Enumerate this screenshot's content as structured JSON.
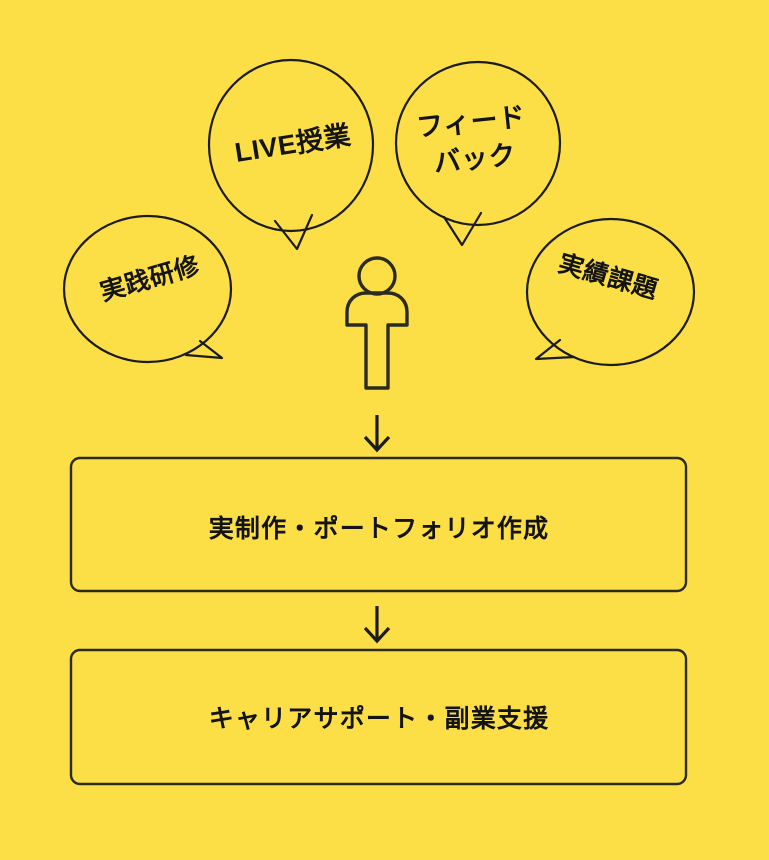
{
  "diagram": {
    "background_color": "#FCDE46",
    "ink_color": "#1C1C1C",
    "bubbles": [
      {
        "id": "jissen-kenshu",
        "label": "実践研修",
        "icon": "speech-bubble-icon"
      },
      {
        "id": "live-jugyo",
        "label": "LIVE授業",
        "icon": "speech-bubble-icon"
      },
      {
        "id": "feedback",
        "label": "フィード\nバック",
        "line1": "フィード",
        "line2": "バック",
        "icon": "speech-bubble-icon"
      },
      {
        "id": "jisseki-kadai",
        "label": "実績課題",
        "icon": "speech-bubble-icon"
      }
    ],
    "person": {
      "icon": "person-figure-icon"
    },
    "arrows": [
      {
        "id": "arrow-person-to-box1",
        "icon": "arrow-down-icon"
      },
      {
        "id": "arrow-box1-to-box2",
        "icon": "arrow-down-icon"
      }
    ],
    "steps": [
      {
        "id": "step-1",
        "label": "実制作・ポートフォリオ作成"
      },
      {
        "id": "step-2",
        "label": "キャリアサポート・副業支援"
      }
    ]
  }
}
